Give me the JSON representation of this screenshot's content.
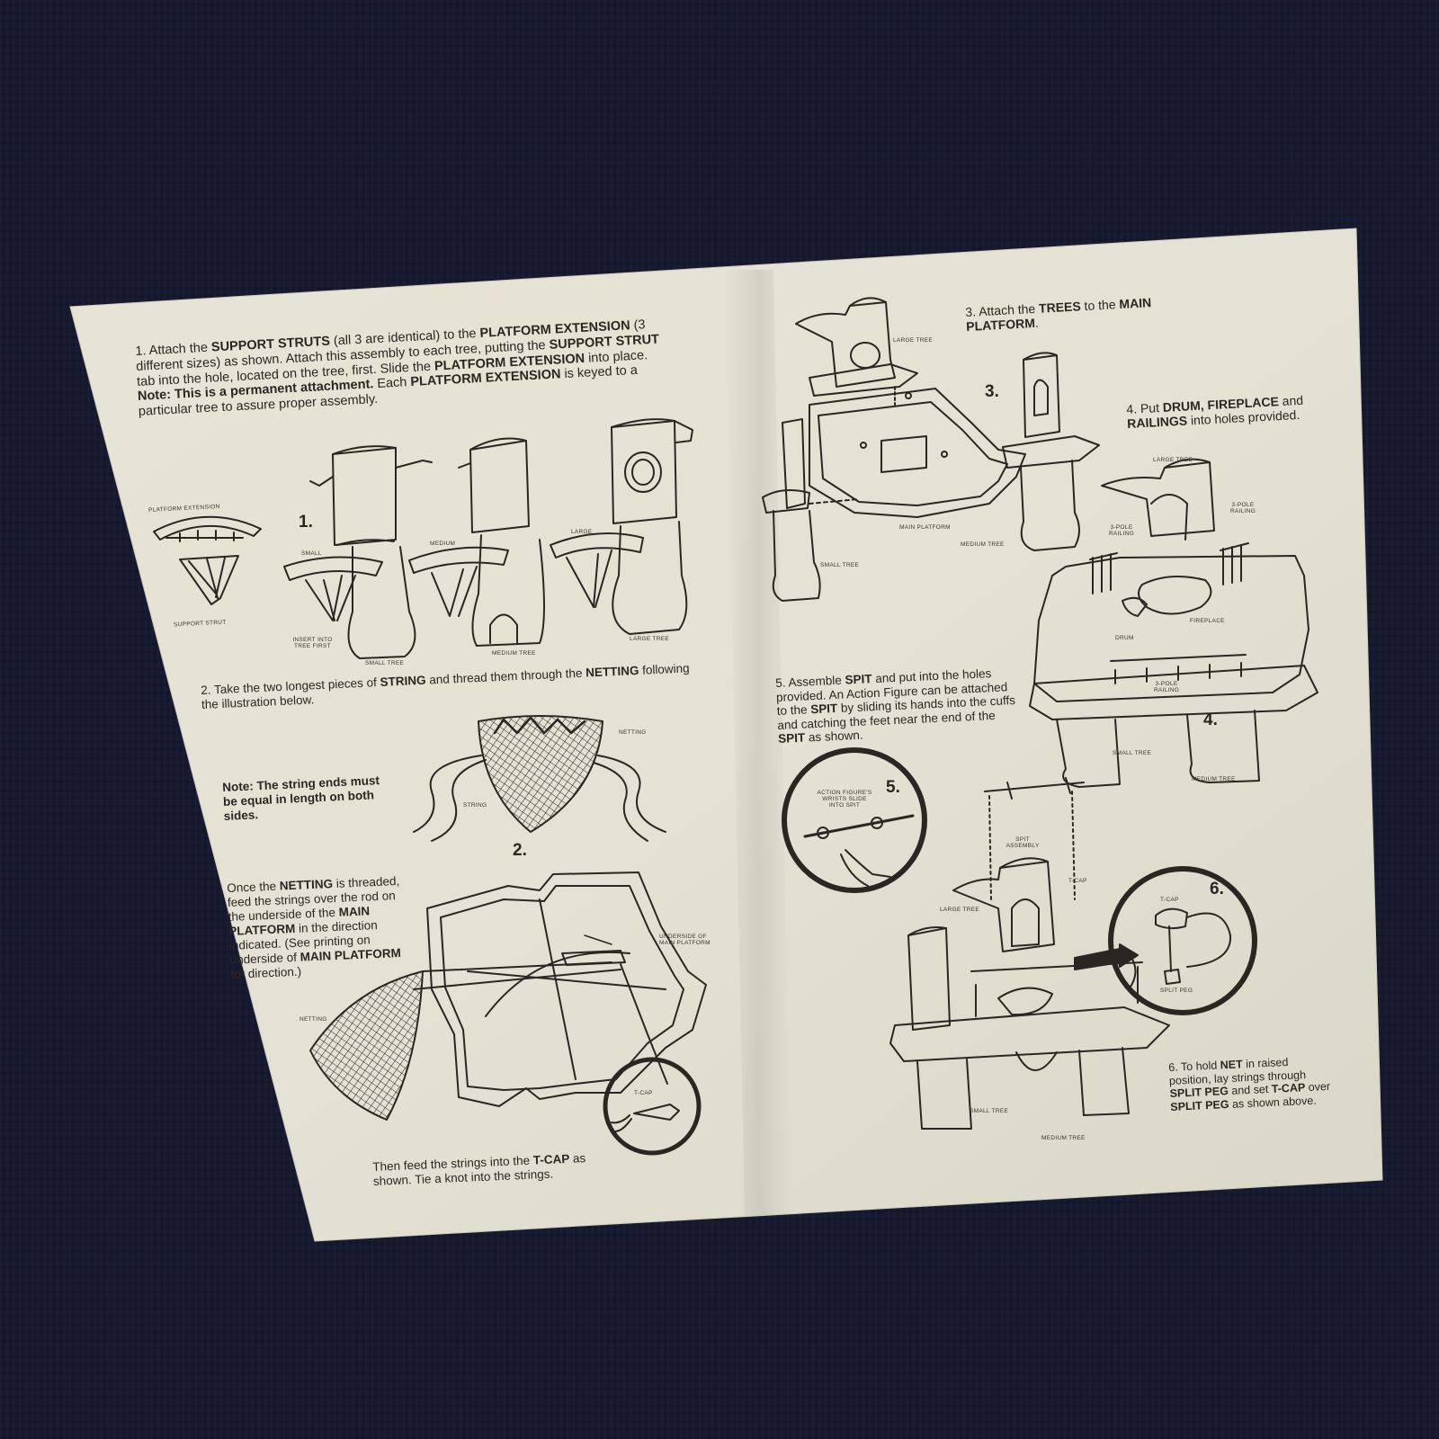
{
  "step1": {
    "parts": [
      {
        "t": "1. Attach the ",
        "b": false
      },
      {
        "t": "SUPPORT STRUTS",
        "b": true
      },
      {
        "t": " (all 3 are identical) to the ",
        "b": false
      },
      {
        "t": "PLATFORM EXTENSION",
        "b": true
      },
      {
        "t": " (3 different sizes) as shown. Attach this assembly to each tree, putting the ",
        "b": false
      },
      {
        "t": "SUPPORT STRUT",
        "b": true
      },
      {
        "t": " tab into the hole, located on the tree, first. Slide the ",
        "b": false
      },
      {
        "t": "PLATFORM EXTENSION",
        "b": true
      },
      {
        "t": " into place. ",
        "b": false
      },
      {
        "t": "Note: This is a permanent attachment.",
        "b": true
      },
      {
        "t": " Each ",
        "b": false
      },
      {
        "t": "PLATFORM EXTENSION",
        "b": true
      },
      {
        "t": " is keyed to a particular tree to assure proper assembly.",
        "b": false
      }
    ],
    "labels": {
      "platform_extension": "PLATFORM EXTENSION",
      "support_strut": "SUPPORT STRUT",
      "small": "SMALL",
      "medium": "MEDIUM",
      "large": "LARGE",
      "insert": "INSERT INTO TREE FIRST",
      "small_tree": "SMALL TREE",
      "medium_tree": "MEDIUM TREE",
      "large_tree": "LARGE TREE"
    },
    "number": "1."
  },
  "step2": {
    "parts": [
      {
        "t": "2. Take the two longest pieces of ",
        "b": false
      },
      {
        "t": "STRING",
        "b": true
      },
      {
        "t": " and thread them through the ",
        "b": false
      },
      {
        "t": "NETTING",
        "b": true
      },
      {
        "t": " following the illustration below.",
        "b": false
      }
    ],
    "note": "Note: The string ends must be equal in length on both sides.",
    "labels": {
      "netting": "NETTING",
      "string": "STRING"
    },
    "number": "2."
  },
  "threaded": {
    "parts": [
      {
        "t": "Once the ",
        "b": false
      },
      {
        "t": "NETTING",
        "b": true
      },
      {
        "t": " is threaded, feed the strings over the rod on the underside of the ",
        "b": false
      },
      {
        "t": "MAIN PLATFORM",
        "b": true
      },
      {
        "t": " in the direction indicated. (See printing on underside of ",
        "b": false
      },
      {
        "t": "MAIN PLATFORM",
        "b": true
      },
      {
        "t": " for direction.)",
        "b": false
      }
    ],
    "labels": {
      "underside": "UNDERSIDE OF MAIN PLATFORM",
      "netting": "NETTING",
      "tcap": "T-CAP"
    }
  },
  "tcap_text": {
    "parts": [
      {
        "t": "Then feed the strings into the ",
        "b": false
      },
      {
        "t": "T-CAP",
        "b": true
      },
      {
        "t": " as shown. Tie a knot into the strings.",
        "b": false
      }
    ]
  },
  "step3": {
    "parts": [
      {
        "t": "3. Attach the ",
        "b": false
      },
      {
        "t": "TREES",
        "b": true
      },
      {
        "t": " to the ",
        "b": false
      },
      {
        "t": "MAIN PLATFORM",
        "b": true
      },
      {
        "t": ".",
        "b": false
      }
    ],
    "labels": {
      "large_tree": "LARGE TREE",
      "main_platform": "MAIN PLATFORM",
      "medium_tree": "MEDIUM TREE",
      "small_tree": "SMALL TREE"
    },
    "number": "3."
  },
  "step4": {
    "parts": [
      {
        "t": "4. Put ",
        "b": false
      },
      {
        "t": "DRUM, FIREPLACE",
        "b": true
      },
      {
        "t": " and ",
        "b": false
      },
      {
        "t": "RAILINGS",
        "b": true
      },
      {
        "t": " into holes provided.",
        "b": false
      }
    ],
    "labels": {
      "large_tree": "LARGE TREE",
      "pole_railing": "3-POLE RAILING",
      "drum": "DRUM",
      "fireplace": "FIREPLACE",
      "small_tree": "SMALL TREE",
      "medium_tree": "MEDIUM TREE"
    },
    "number": "4."
  },
  "step5": {
    "parts": [
      {
        "t": "5. Assemble ",
        "b": false
      },
      {
        "t": "SPIT",
        "b": true
      },
      {
        "t": " and put into the holes provided. An Action Figure can be attached to the ",
        "b": false
      },
      {
        "t": "SPIT",
        "b": true
      },
      {
        "t": " by sliding its hands into the cuffs and catching the feet near the end of the ",
        "b": false
      },
      {
        "t": "SPIT",
        "b": true
      },
      {
        "t": " as shown.",
        "b": false
      }
    ],
    "labels": {
      "wrists": "ACTION FIGURE'S WRISTS SLIDE INTO SPIT",
      "spit_assembly": "SPIT ASSEMBLY",
      "tcap": "T-CAP",
      "large_tree": "LARGE TREE",
      "small_tree": "SMALL TREE",
      "medium_tree": "MEDIUM TREE"
    },
    "number": "5."
  },
  "step6": {
    "parts": [
      {
        "t": "6. To hold ",
        "b": false
      },
      {
        "t": "NET",
        "b": true
      },
      {
        "t": " in raised position, lay strings through ",
        "b": false
      },
      {
        "t": "SPLIT PEG",
        "b": true
      },
      {
        "t": " and set ",
        "b": false
      },
      {
        "t": "T-CAP",
        "b": true
      },
      {
        "t": " over ",
        "b": false
      },
      {
        "t": "SPLIT PEG",
        "b": true
      },
      {
        "t": " as shown above.",
        "b": false
      }
    ],
    "labels": {
      "tcap": "T-CAP",
      "split_peg": "SPLIT PEG"
    },
    "number": "6."
  }
}
